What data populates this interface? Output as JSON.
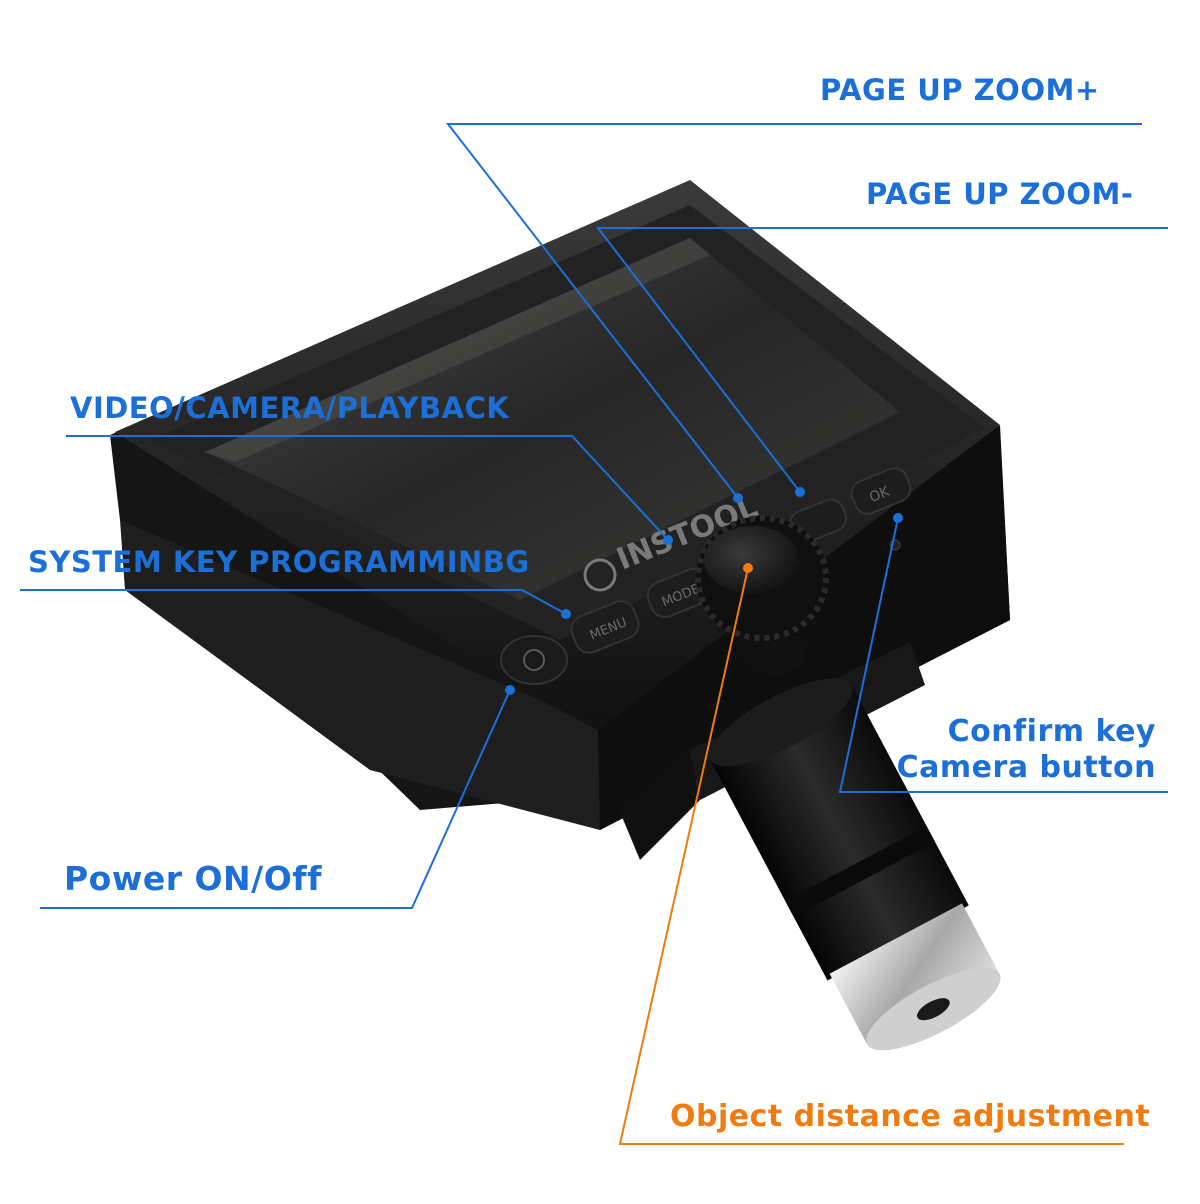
{
  "labels": {
    "zoom_plus": "PAGE UP ZOOM+",
    "zoom_minus": "PAGE UP ZOOM-",
    "video_camera_playback": "VIDEO/CAMERA/PLAYBACK",
    "system_key": "SYSTEM KEY PROGRAMMINBG",
    "confirm_line1": "Confirm key",
    "confirm_line2": "Camera button",
    "power": "Power ON/Off",
    "object_distance": "Object distance adjustment"
  },
  "device": {
    "brand": "INSTOOL",
    "buttons": {
      "menu": "MENU",
      "mode": "MODE",
      "ok": "OK"
    }
  },
  "colors": {
    "label_blue": "#1d6fd8",
    "label_orange": "#f07c10",
    "body_dark": "#1b1b1b"
  }
}
